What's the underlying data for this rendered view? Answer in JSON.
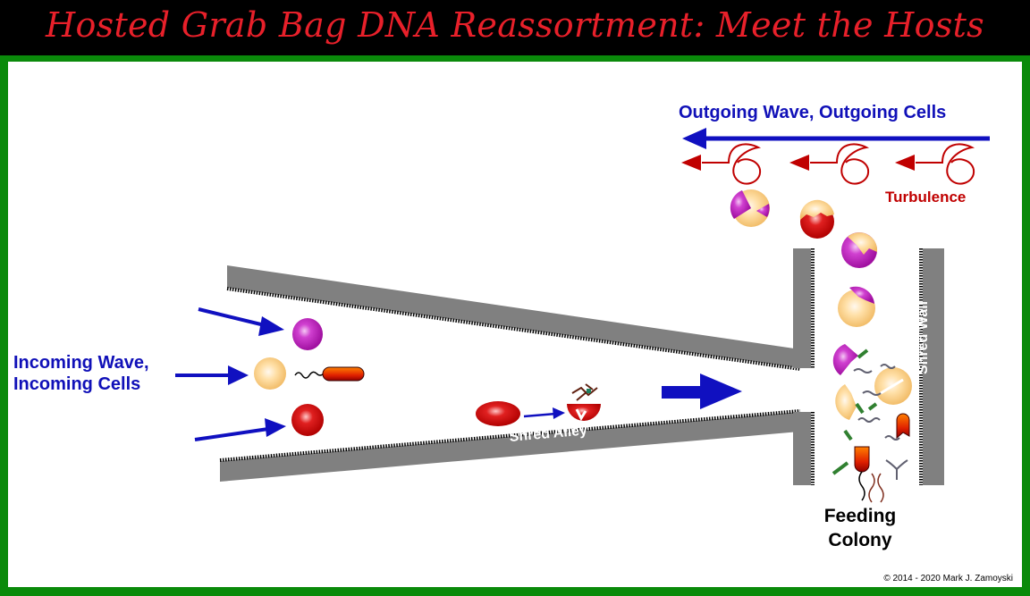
{
  "title": "Hosted Grab Bag DNA Reassortment: Meet the Hosts",
  "labels": {
    "outgoing": "Outgoing Wave, Outgoing Cells",
    "turbulence": "Turbulence",
    "incoming_line1": "Incoming Wave,",
    "incoming_line2": "Incoming Cells",
    "shred_alley": "Shred Alley",
    "shred_wall": "Shred Wall",
    "feeding_line1": "Feeding",
    "feeding_line2": "Colony",
    "copyright": "© 2014 - 2020 Mark J. Zamoyski"
  },
  "colors": {
    "title_red": "#e8202a",
    "frame_green": "#0a8a0a",
    "arrow_blue": "#1010c0",
    "turbulence_red": "#c00000",
    "wall_gray": "#808080",
    "cell_magenta": "#c020c0",
    "cell_cream": "#ffd080",
    "cell_red": "#d80000"
  },
  "cells": {
    "incoming": [
      "magenta-cell",
      "cream-cell",
      "red-cell",
      "rod-bacterium"
    ],
    "outgoing": [
      "broken-magenta-cream-cell",
      "broken-red-cream-cell",
      "broken-magenta-cream-cell"
    ]
  }
}
